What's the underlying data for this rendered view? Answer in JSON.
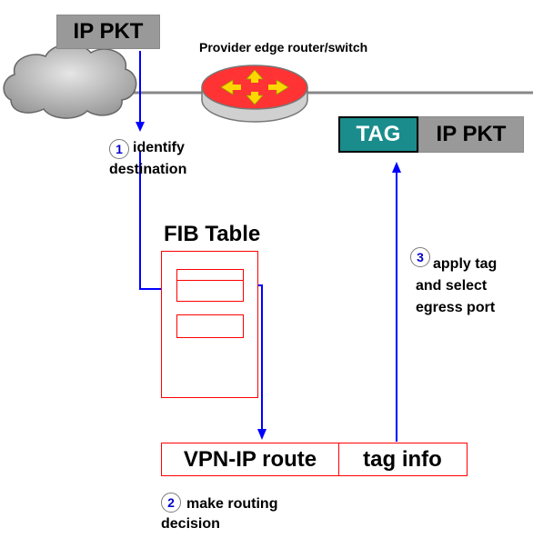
{
  "ingress_packet": {
    "label": "IP PKT"
  },
  "router": {
    "label": "Provider edge router/switch"
  },
  "egress_packet": {
    "tag_label": "TAG",
    "packet_label": "IP PKT"
  },
  "fib": {
    "title": "FIB Table"
  },
  "route": {
    "vpn_label": "VPN-IP route",
    "tag_label": "tag info"
  },
  "steps": [
    {
      "number": "1",
      "lines": [
        "identify",
        "destination"
      ]
    },
    {
      "number": "2",
      "lines": [
        "make routing",
        "decision"
      ]
    },
    {
      "number": "3",
      "lines": [
        "apply tag",
        "and select",
        "egress port"
      ]
    }
  ],
  "colors": {
    "arrow": "#0000ff",
    "outline": "#ff0000",
    "packet": "#999999",
    "tag": "#1a8c8c",
    "router_body": "#ff3333",
    "router_arrows": "#ffd700",
    "number": "#0000cc"
  },
  "icons": [
    "cloud-icon",
    "router-icon"
  ]
}
